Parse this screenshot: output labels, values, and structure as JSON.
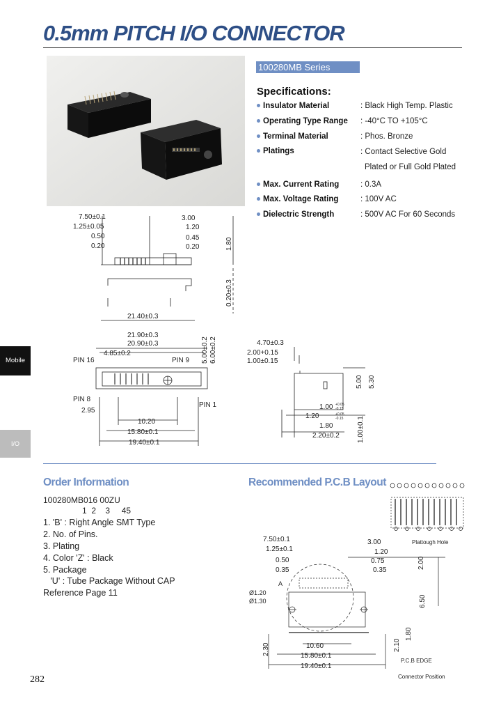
{
  "header": {
    "title": "0.5mm PITCH I/O CONNECTOR",
    "series": "100280MB Series"
  },
  "specs": {
    "title": "Specifications:",
    "rows": [
      {
        "label": "Insulator Material",
        "value": ": Black High Temp. Plastic"
      },
      {
        "label": "Operating Type Range",
        "value": ": -40°C  TO +105°C"
      },
      {
        "label": "Terminal Material",
        "value": ": Phos. Bronze"
      },
      {
        "label": "Platings",
        "value": ": Contact Selective Gold",
        "value2": "Plated or Full Gold Plated"
      },
      {
        "label": "Max. Current Rating",
        "value": ": 0.3A"
      },
      {
        "label": "Max. Voltage Rating",
        "value": ": 100V AC"
      },
      {
        "label": "Dielectric Strength",
        "value": ": 500V AC For 60 Seconds"
      }
    ]
  },
  "side_tabs": {
    "mobile": "Mobile",
    "io": "I/O"
  },
  "drawing_top": {
    "dims": [
      "7.50±0.1",
      "1.25±0.05",
      "0.50",
      "0.20",
      "3.00",
      "1.20",
      "0.45",
      "0.20",
      "1.80",
      "0.20±0.3",
      "21.40±0.3"
    ]
  },
  "drawing_front": {
    "dims": [
      "21.90±0.3",
      "20.90±0.3",
      "4.85±0.2",
      "5.00±0.2",
      "6.00±0.2",
      "2.95",
      "10.20",
      "15.80±0.1",
      "19.40±0.1"
    ],
    "pins": [
      "PIN 16",
      "PIN 9",
      "PIN 8",
      "PIN 1"
    ]
  },
  "drawing_side": {
    "dims": [
      "4.70±0.3",
      "2.00+0.15",
      "1.00±0.15",
      "5.00",
      "5.30",
      "1.00",
      "1.20",
      "1.80",
      "2.20±0.2",
      "1.00±0.1"
    ],
    "tol1_plus": "+0.05",
    "tol1_minus": "-0.15",
    "tol2_plus": "+0.05",
    "tol2_minus": "-0.15"
  },
  "order": {
    "title": "Order Information",
    "part": "100280MB016   00ZU",
    "index": "1  2    3     45",
    "lines": [
      "1. 'B' : Right Angle SMT Type",
      "2. No. of Pins.",
      "3. Plating",
      "4. Color  'Z' : Black",
      "5. Package",
      "   'U' : Tube Package Without CAP",
      "Reference Page 11"
    ]
  },
  "pcb": {
    "title": "Recommended P.C.B Layout",
    "dims": [
      "7.50±0.1",
      "1.25±0.1",
      "0.50",
      "0.35",
      "3.00",
      "1.20",
      "0.75",
      "0.35",
      "2.00",
      "6.50",
      "2.30",
      "10.60",
      "15.80±0.1",
      "19.40±0.1",
      "2.10",
      "1.80"
    ],
    "labels": [
      "Plattough Hole",
      "A",
      "Ø1.20",
      "Ø1.30",
      "P.C.B EDGE",
      "Connector Position"
    ]
  },
  "page_number": "282"
}
